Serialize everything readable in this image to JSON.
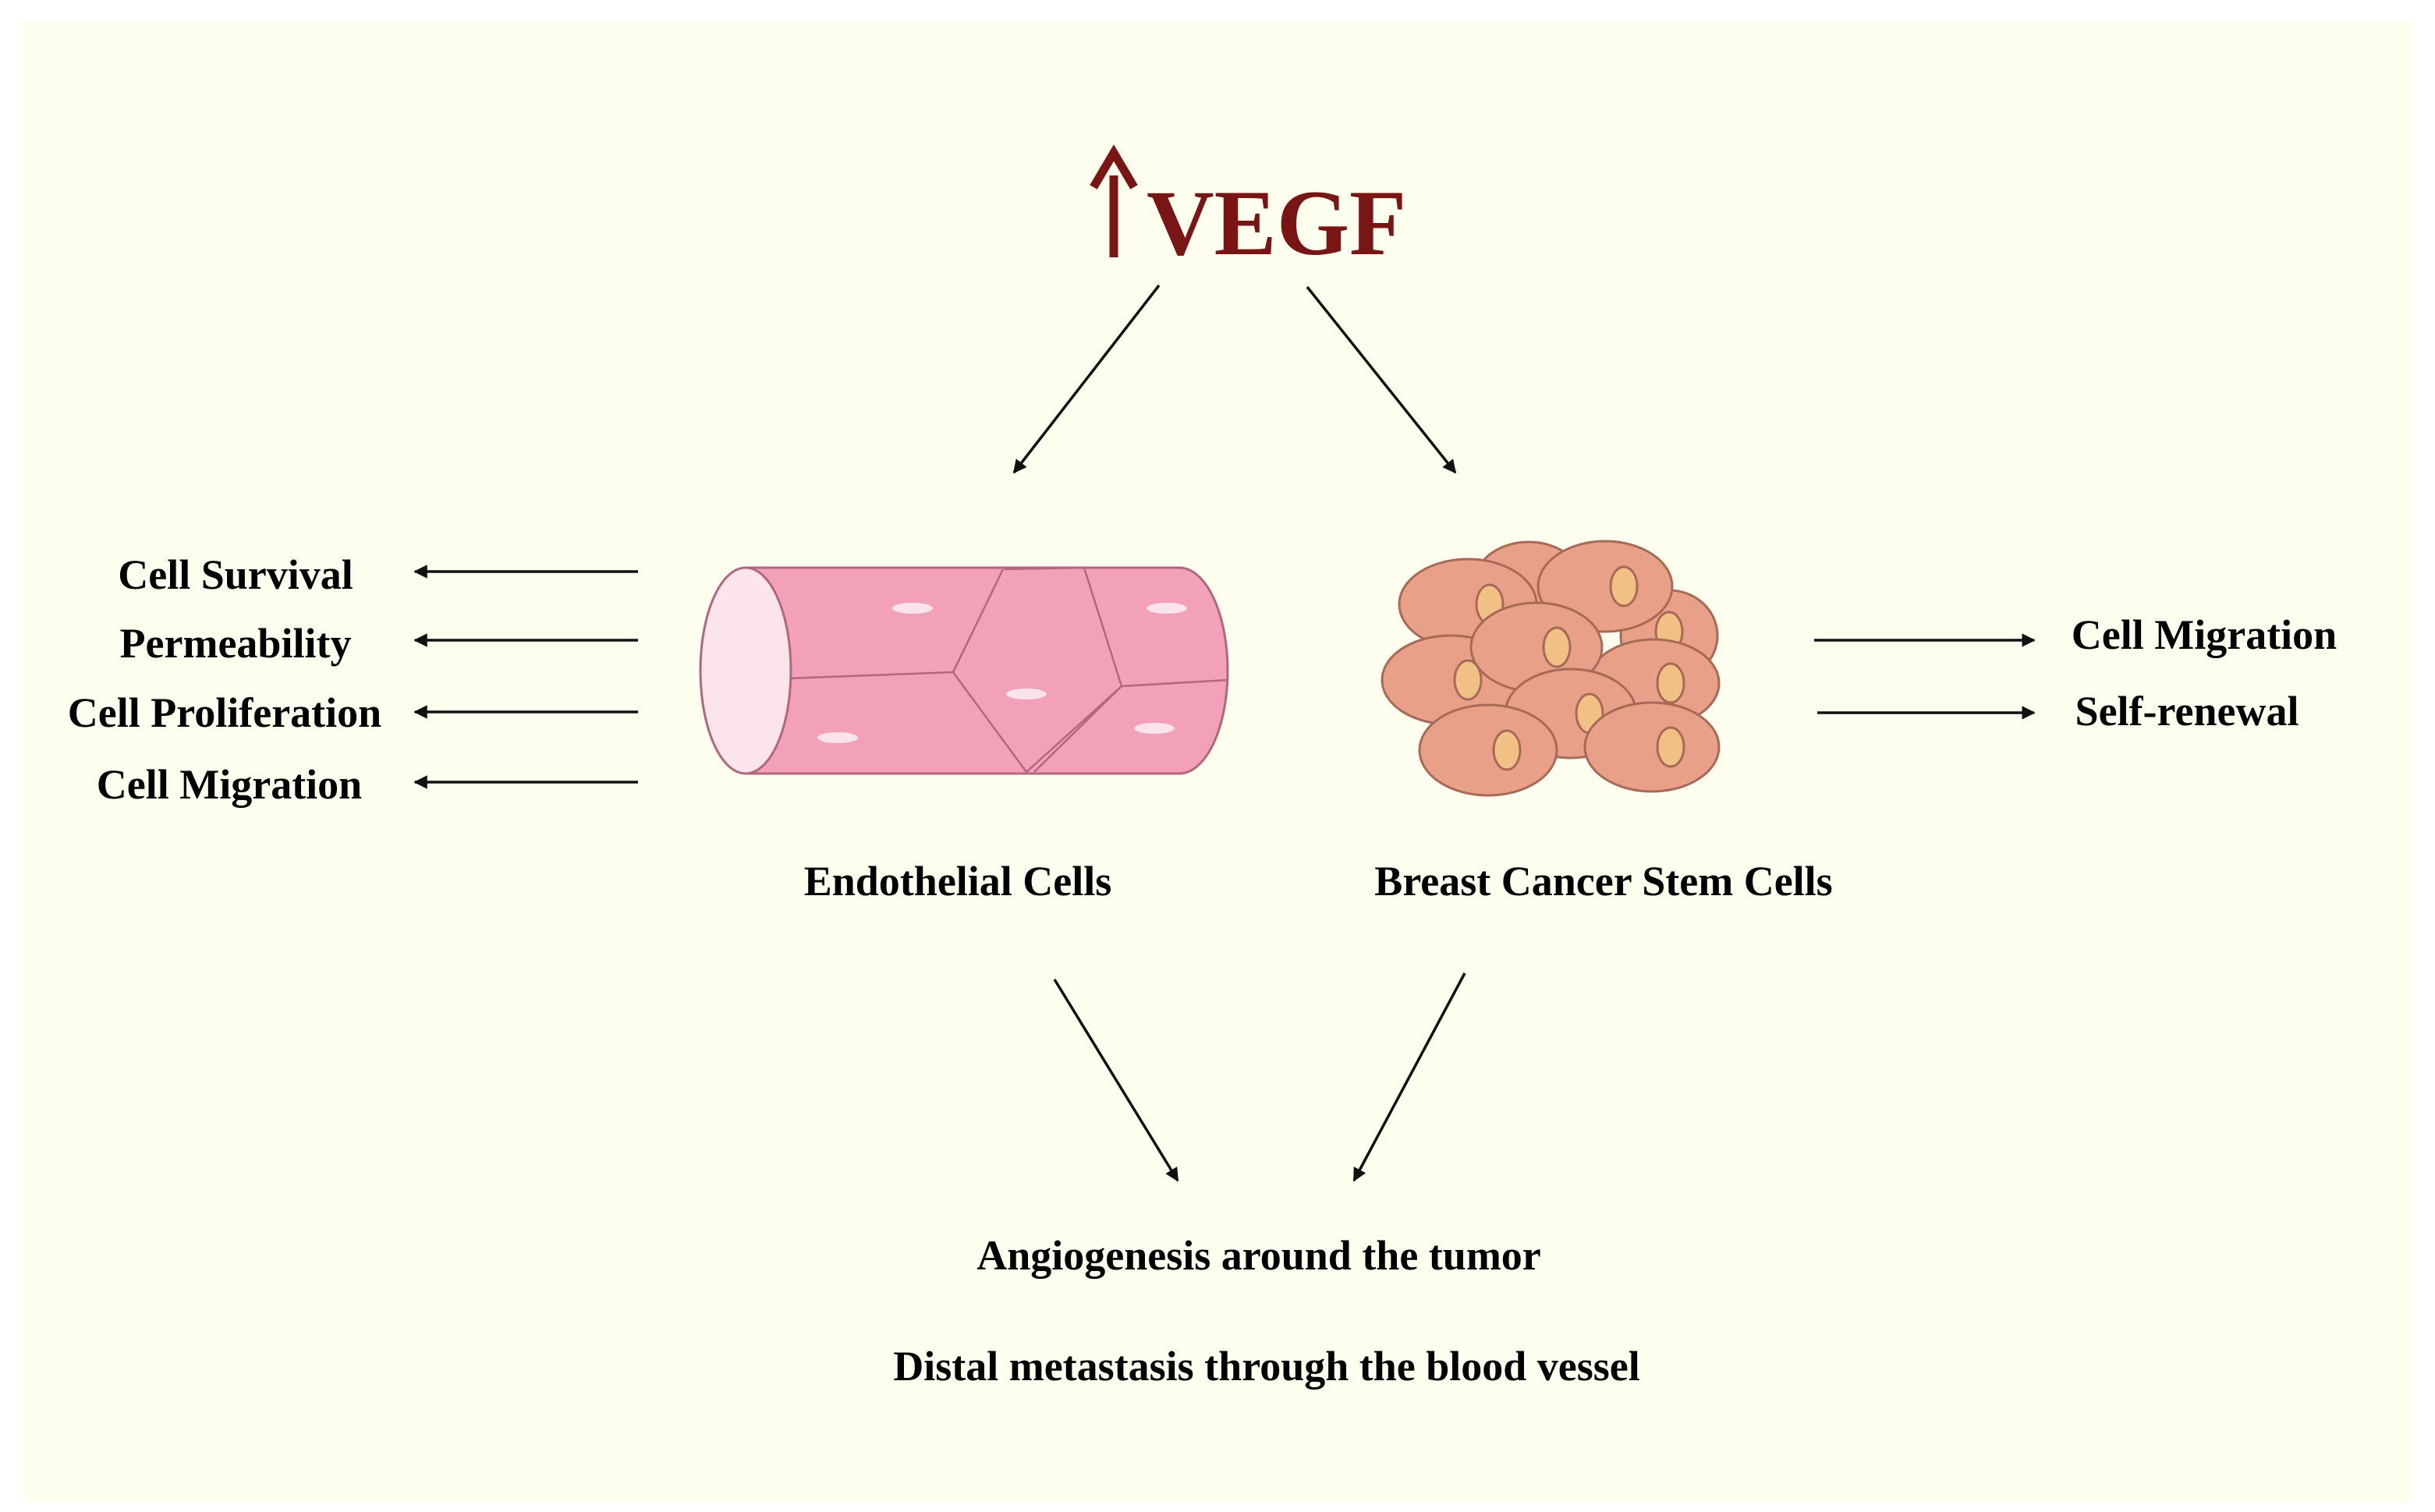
{
  "diagram": {
    "title": "VEGF",
    "title_arrow": "up-arrow",
    "colors": {
      "panel_background": "#fefeee",
      "title": "#7a1515",
      "arrows": "#111111",
      "vessel_fill": "#f3a1b9",
      "vessel_end": "#fce4ec",
      "vessel_outline": "#b2677e",
      "cell_fill": "#e8a088",
      "cell_outline": "#a86a58",
      "nucleus_fill": "#f0c084"
    },
    "left_effects": [
      "Cell Survival",
      "Permeability",
      "Cell Proliferation",
      "Cell Migration"
    ],
    "right_effects": [
      "Cell Migration",
      "Self-renewal"
    ],
    "endothelial_label": "Endothelial Cells",
    "cancer_label": "Breast Cancer Stem Cells",
    "outcomes": [
      "Angiogenesis around the tumor",
      "Distal metastasis through the blood vessel"
    ]
  }
}
